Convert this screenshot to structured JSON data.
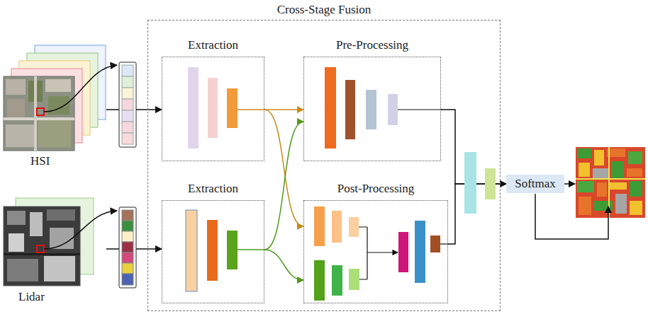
{
  "diagram": {
    "nodes": [
      {
        "text": [
          "HSI"
        ]
      },
      {
        "text": [
          "Lidar"
        ]
      },
      {
        "text": [
          "Cross-Stage Fusion"
        ]
      },
      {
        "text": [
          "Extraction"
        ],
        "in": 2
      },
      {
        "text": [
          "Pre-Processing"
        ],
        "in": 2
      },
      {
        "text": [
          "Extraction"
        ],
        "in": 2
      },
      {
        "text": [
          "Post-Processing"
        ],
        "in": 2
      },
      {
        "text": [
          "Softmax"
        ]
      }
    ],
    "edges": [
      {
        "from": 0,
        "to": 3,
        "arrow": "to"
      },
      {
        "from": 1,
        "to": 5,
        "arrow": "to"
      },
      {
        "from": 3,
        "to": 4,
        "arrow": "to"
      },
      {
        "from": 3,
        "to": 6,
        "arrow": "to"
      },
      {
        "from": 5,
        "to": 4,
        "arrow": "to"
      },
      {
        "from": 5,
        "to": 6,
        "arrow": "to"
      },
      {
        "from": 4,
        "to": 7,
        "arrow": "to"
      },
      {
        "from": 6,
        "to": 7,
        "arrow": "to"
      }
    ]
  }
}
